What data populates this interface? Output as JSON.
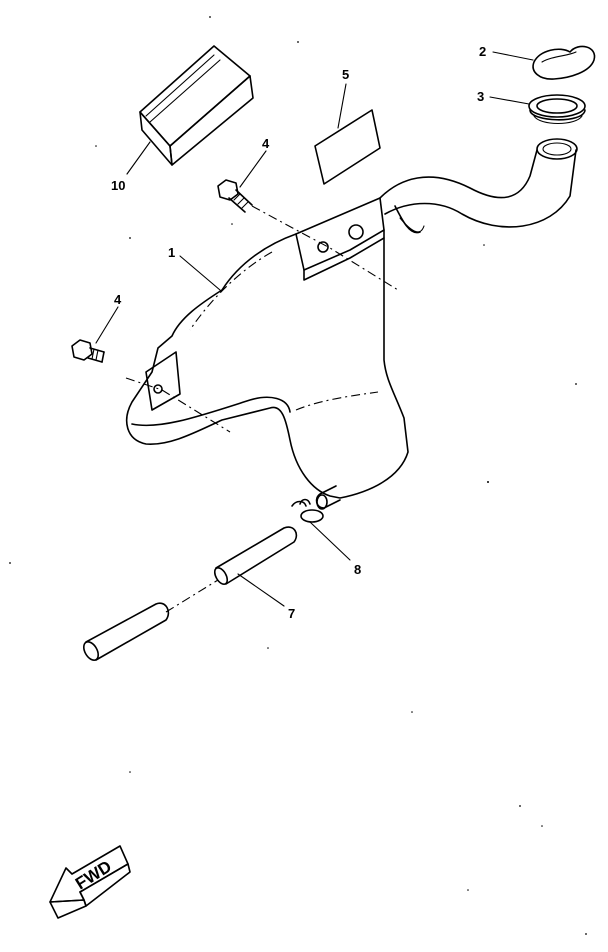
{
  "diagram": {
    "callouts": {
      "c1": "1",
      "c2": "2",
      "c3": "3",
      "c4a": "4",
      "c4b": "4",
      "c5": "5",
      "c7": "7",
      "c8": "8",
      "c10": "10"
    },
    "direction_label": "FWD",
    "line_color": "#000000",
    "background_color": "#ffffff"
  }
}
